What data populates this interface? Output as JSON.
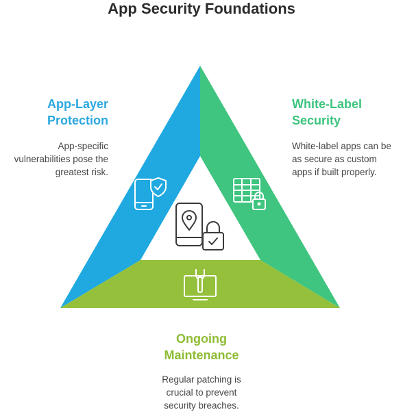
{
  "title": "App Security Foundations",
  "colors": {
    "left": "#20a9e1",
    "right": "#3fc57f",
    "bottom": "#94c03b",
    "icon_stroke": "#ffffff",
    "center_icon_stroke": "#3a3a3a"
  },
  "sections": {
    "left": {
      "heading_line1": "App-Layer",
      "heading_line2": "Protection",
      "desc_line1": "App-specific",
      "desc_line2": "vulnerabilities pose the",
      "desc_line3": "greatest risk.",
      "icon": "phone-shield-icon"
    },
    "right": {
      "heading_line1": "White-Label",
      "heading_line2": "Security",
      "desc_line1": "White-label apps can be",
      "desc_line2": "as secure as custom",
      "desc_line3": "apps if built properly.",
      "icon": "table-lock-icon"
    },
    "bottom": {
      "heading_line1": "Ongoing",
      "heading_line2": "Maintenance",
      "desc_line1": "Regular patching is",
      "desc_line2": "crucial to prevent",
      "desc_line3": "security breaches.",
      "icon": "monitor-wrench-icon"
    }
  },
  "center_icon": "phone-location-lock-icon"
}
